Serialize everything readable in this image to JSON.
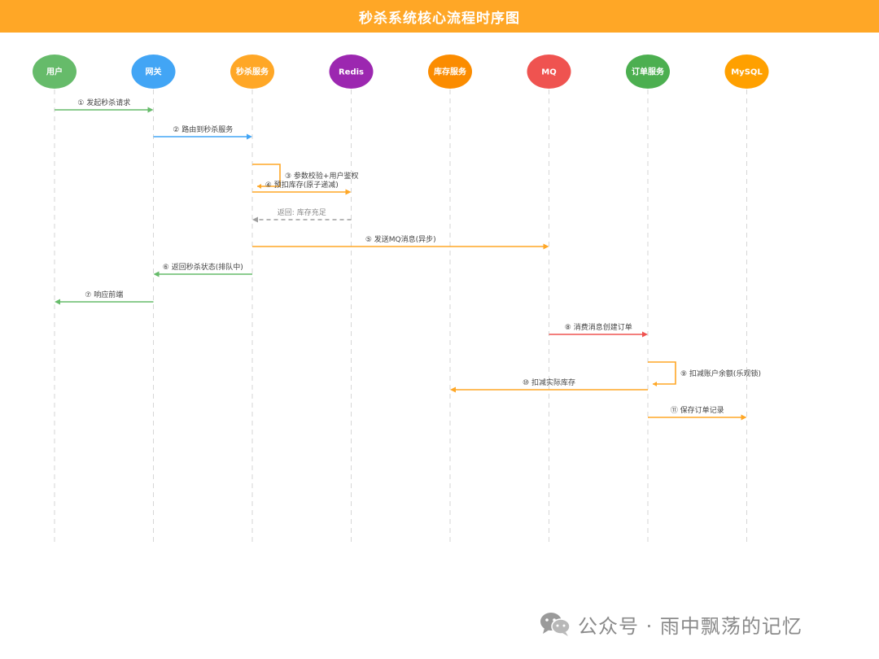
{
  "title": "秒杀系统核心流程时序图",
  "participants": [
    {
      "name": "用户",
      "color": "#66BB6A"
    },
    {
      "name": "网关",
      "color": "#42A5F5"
    },
    {
      "name": "秒杀服务",
      "color": "#FFA726"
    },
    {
      "name": "Redis",
      "color": "#9C27B0"
    },
    {
      "name": "库存服务",
      "color": "#FB8C00"
    },
    {
      "name": "MQ",
      "color": "#EF5350"
    },
    {
      "name": "订单服务",
      "color": "#4CAF50"
    },
    {
      "name": "MySQL",
      "color": "#FFA000"
    }
  ],
  "messages": [
    {
      "label": "① 发起秒杀请求",
      "from": 0,
      "to": 1,
      "color": "#66BB6A"
    },
    {
      "label": "② 路由到秒杀服务",
      "from": 1,
      "to": 2,
      "color": "#42A5F5"
    },
    {
      "label": "③ 参数校验+用户鉴权",
      "from": 2,
      "to": 2,
      "self": true,
      "color": "#FFA726"
    },
    {
      "label": "④ 预扣库存(原子递减)",
      "from": 2,
      "to": 3,
      "color": "#FFA726"
    },
    {
      "label": "返回: 库存充足",
      "from": 3,
      "to": 2,
      "dashed": true,
      "color": "#9E9E9E"
    },
    {
      "label": "⑤ 发送MQ消息(异步)",
      "from": 2,
      "to": 5,
      "color": "#FFA726"
    },
    {
      "label": "⑥ 返回秒杀状态(排队中)",
      "from": 2,
      "to": 1,
      "color": "#66BB6A"
    },
    {
      "label": "⑦ 响应前端",
      "from": 1,
      "to": 0,
      "color": "#66BB6A"
    },
    {
      "label": "⑧ 消费消息创建订单",
      "from": 5,
      "to": 6,
      "color": "#EF5350"
    },
    {
      "label": "⑨ 扣减账户余额(乐观锁)",
      "from": 6,
      "to": 6,
      "self": true,
      "color": "#FFA726"
    },
    {
      "label": "⑩ 扣减实际库存",
      "from": 6,
      "to": 4,
      "color": "#FFA726"
    },
    {
      "label": "⑪ 保存订单记录",
      "from": 6,
      "to": 7,
      "color": "#FFA726"
    }
  ],
  "watermark": {
    "text": "公众号 · 雨中飘荡的记忆",
    "icon": "wechat-icon"
  }
}
